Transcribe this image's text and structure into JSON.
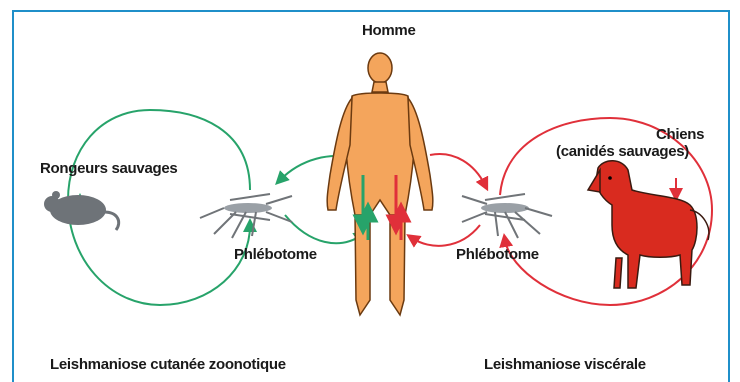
{
  "labels": {
    "homme": "Homme",
    "rongeurs": "Rongeurs sauvages",
    "phlebotome_left": "Phlébotome",
    "phlebotome_right": "Phlébotome",
    "chiens": "Chiens",
    "canides": "(canidés sauvages)",
    "caption_left": "Leishmaniose cutanée zoonotique",
    "caption_right": "Leishmaniose viscérale"
  },
  "colors": {
    "frame": "#1f8fc9",
    "cycle_zoonotic": "#27a36a",
    "cycle_visceral": "#e0303a",
    "skin": "#f4a55c",
    "skin_outline": "#6b3a10",
    "dog": "#d92b1f",
    "rodent": "#6e7378",
    "insect": "#707478"
  },
  "icons": [
    "human-figure-icon",
    "rodent-icon",
    "sandfly-icon",
    "dog-icon"
  ]
}
